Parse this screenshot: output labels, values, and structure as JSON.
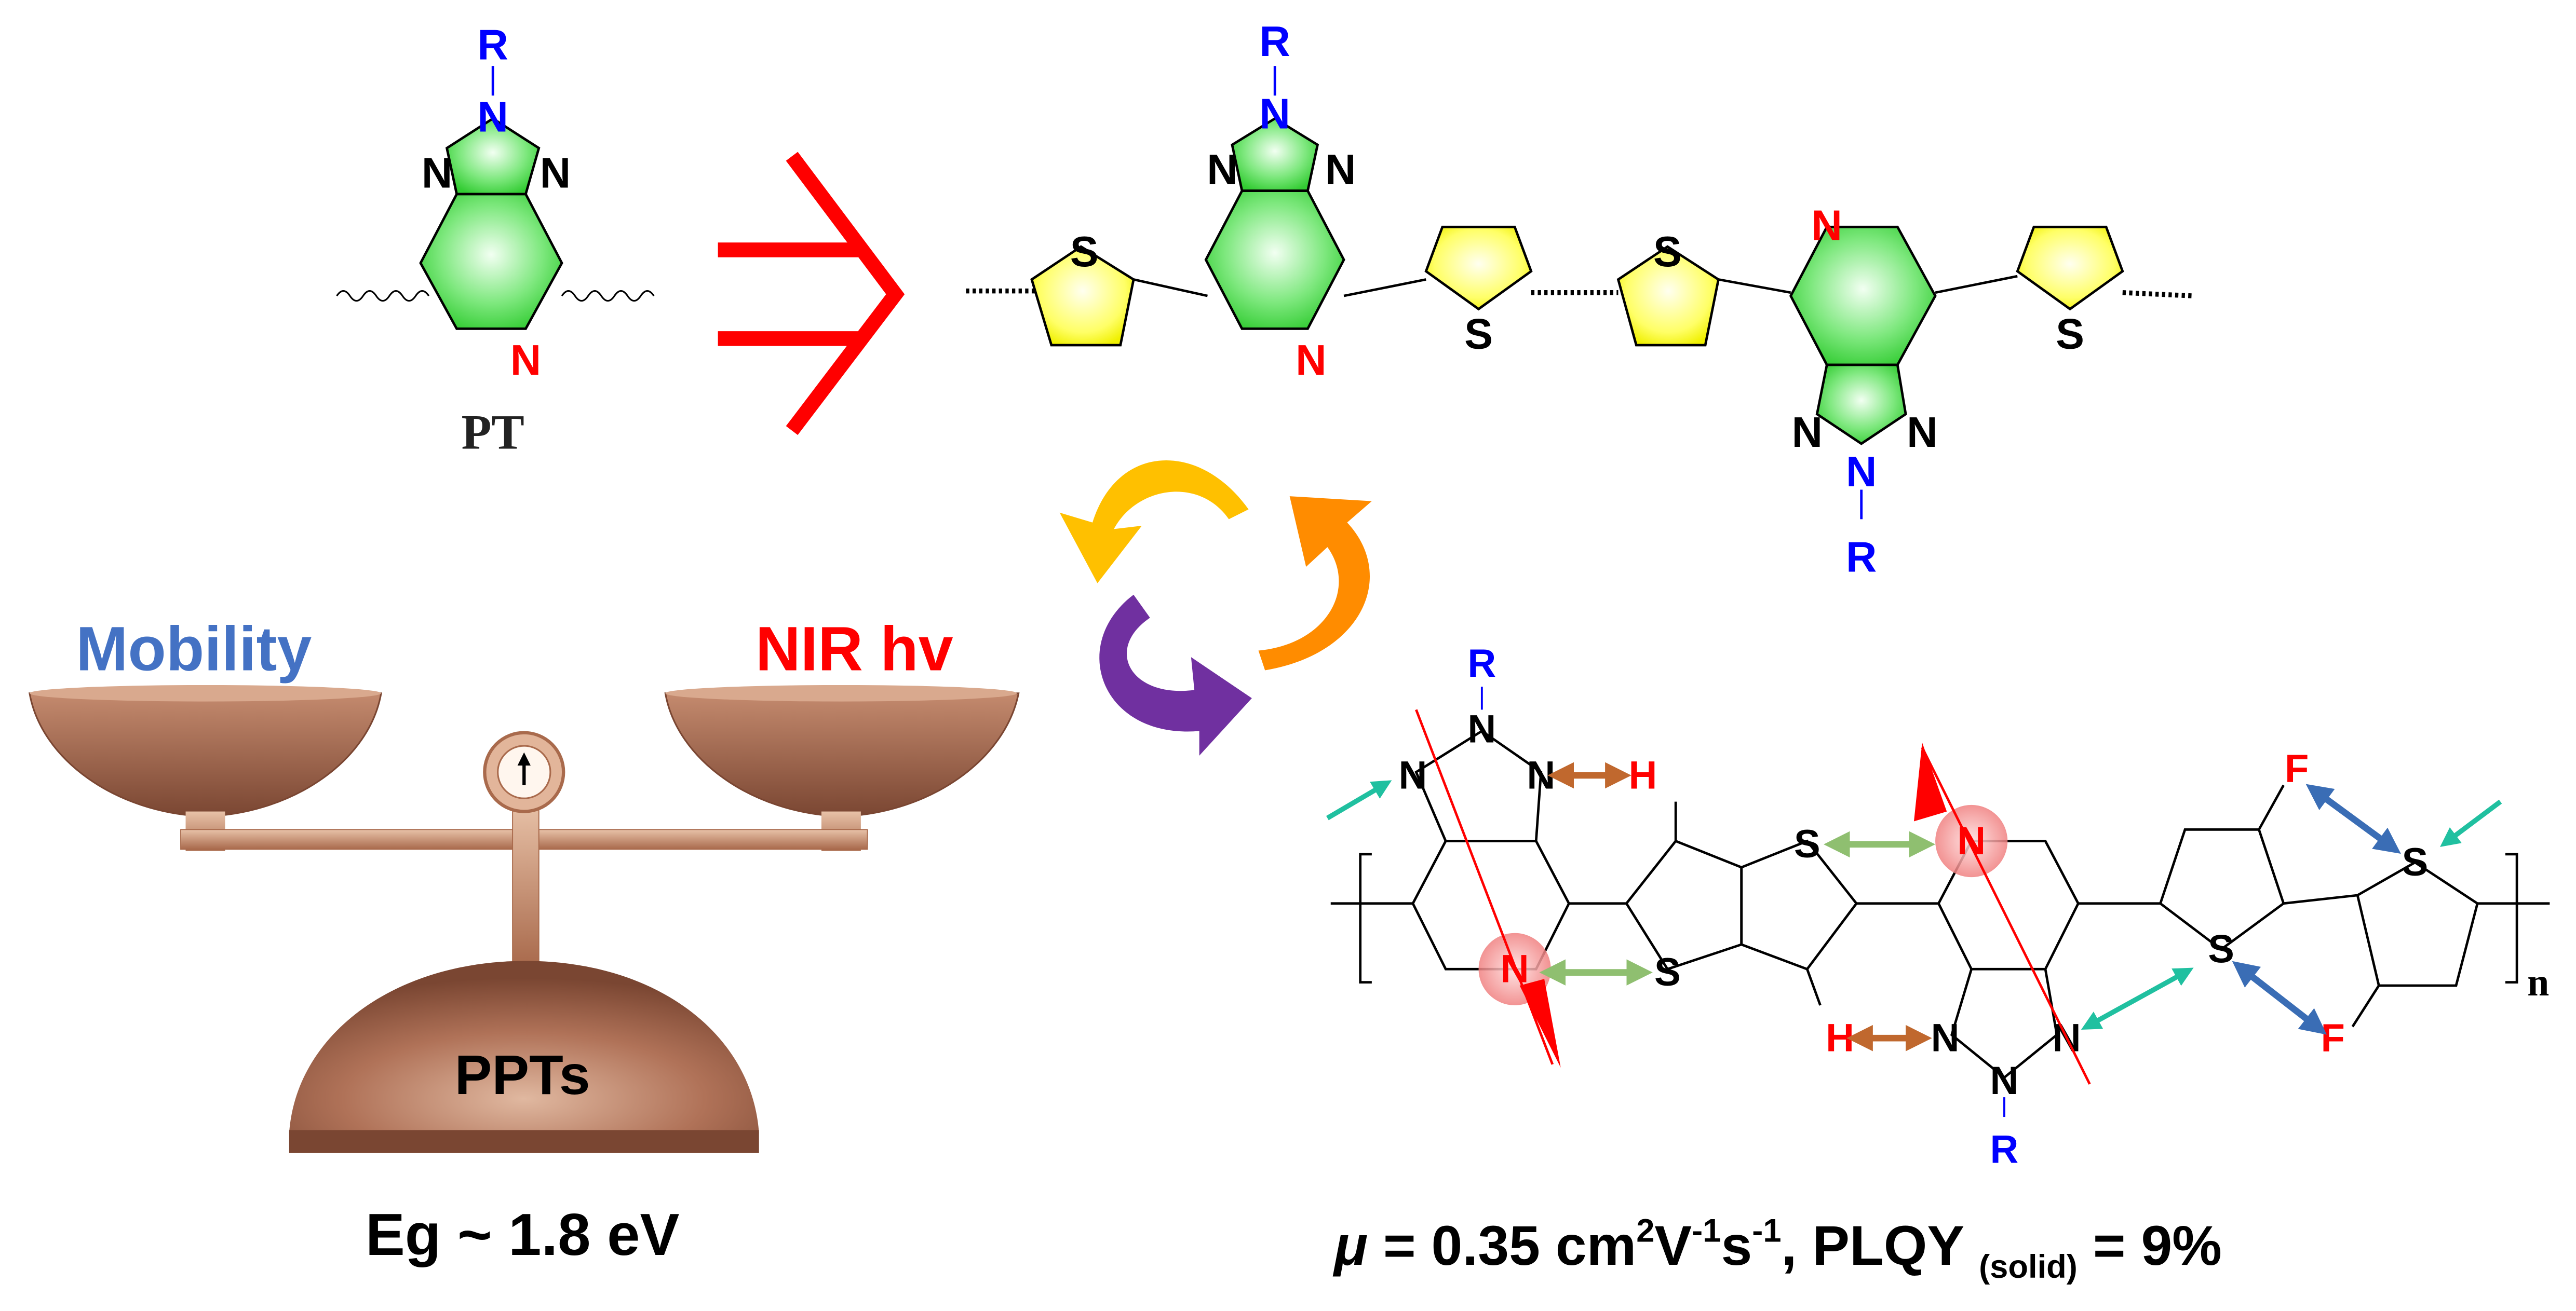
{
  "pt_monomer": {
    "label": "PT",
    "atom_r": "R",
    "atom_n_top": "N",
    "atom_n_left": "N",
    "atom_n_right": "N",
    "atom_n_pyridine": "N"
  },
  "polymer_top": {
    "atom_r_top": "R",
    "atom_n_top": "N",
    "atom_n_tl": "N",
    "atom_n_tr": "N",
    "atom_n_pyr1": "N",
    "atom_s1": "S",
    "atom_s2": "S",
    "atom_s3": "S",
    "atom_s4": "S",
    "atom_n_pyr2": "N",
    "atom_n_bl": "N",
    "atom_n_br": "N",
    "atom_n_bottom": "N",
    "atom_r_bottom": "R"
  },
  "balance": {
    "left_label": "Mobility",
    "right_label": "NIR hv",
    "base_label": "PPTs",
    "bandgap": "Eg ~ 1.8 eV",
    "colors": {
      "pan": "#9a5f47",
      "pan_light": "#d9a98e",
      "left_label": "#4472c4",
      "right_label": "#ff0000"
    }
  },
  "polymer_bottom": {
    "atom_r_top": "R",
    "atom_n_1": "N",
    "atom_n_2": "N",
    "atom_n_3": "N",
    "atom_h_1": "H",
    "atom_n_pyr1": "N",
    "atom_s_1": "S",
    "atom_s_2": "S",
    "atom_n_pyr2": "N",
    "atom_h_2": "H",
    "atom_n_4": "N",
    "atom_n_5": "N",
    "atom_n_6": "N",
    "atom_r_bottom": "R",
    "atom_s_3": "S",
    "atom_s_4": "S",
    "atom_f_1": "F",
    "atom_f_2": "F",
    "repeat_n": "n"
  },
  "result": {
    "mu_symbol": "μ",
    "mu_value": " = 0.35 cm",
    "sup_2": "2",
    "unit_v": "V",
    "sup_neg1a": "-1",
    "unit_s": "s",
    "sup_neg1b": "-1",
    "plqy": ", PLQY ",
    "sub_solid": "(solid)",
    "plqy_value": " = 9%"
  },
  "colors": {
    "ring_green": "#4ddb4d",
    "thiophene_yellow": "#ffff3a",
    "nitrogen_blue": "#0000ff",
    "nitrogen_red": "#ff0000",
    "arrow_red": "#ff0000",
    "cycle_yellow": "#ffc000",
    "cycle_orange": "#ff8c00",
    "cycle_purple": "#7030a0"
  }
}
